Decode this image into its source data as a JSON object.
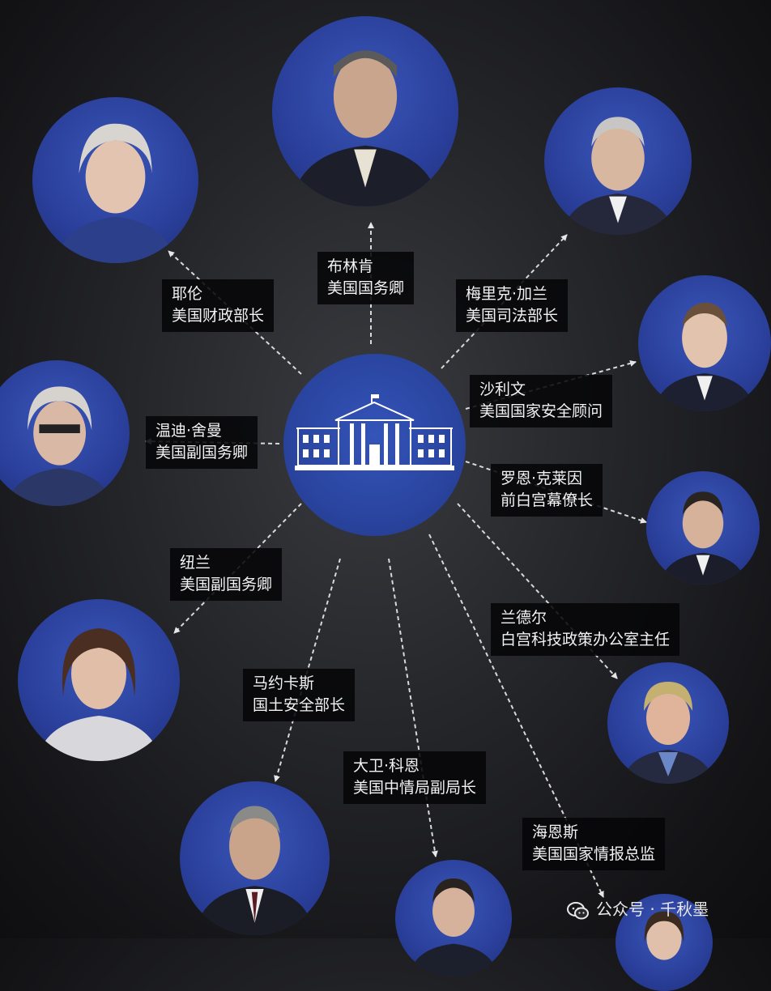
{
  "center": {
    "icon": "white-house-icon"
  },
  "people": [
    {
      "id": "blinken",
      "name": "布林肯",
      "title": "美国国务卿"
    },
    {
      "id": "yellen",
      "name": "耶伦",
      "title": "美国财政部长"
    },
    {
      "id": "garland",
      "name": "梅里克·加兰",
      "title": "美国司法部长"
    },
    {
      "id": "sullivan",
      "name": "沙利文",
      "title": "美国国家安全顾问"
    },
    {
      "id": "sherman",
      "name": "温迪·舍曼",
      "title": "美国副国务卿"
    },
    {
      "id": "klain",
      "name": "罗恩·克莱因",
      "title": "前白宫幕僚长"
    },
    {
      "id": "nuland",
      "name": "纽兰",
      "title": "美国副国务卿"
    },
    {
      "id": "lander",
      "name": "兰德尔",
      "title": "白宫科技政策办公室主任"
    },
    {
      "id": "mayorkas",
      "name": "马约卡斯",
      "title": "国土安全部长"
    },
    {
      "id": "cohen",
      "name": "大卫·科恩",
      "title": "美国中情局副局长"
    },
    {
      "id": "haines",
      "name": "海恩斯",
      "title": "美国国家情报总监"
    }
  ],
  "watermark": {
    "text": "公众号 · 千秋墨",
    "icon": "wechat-icon"
  }
}
